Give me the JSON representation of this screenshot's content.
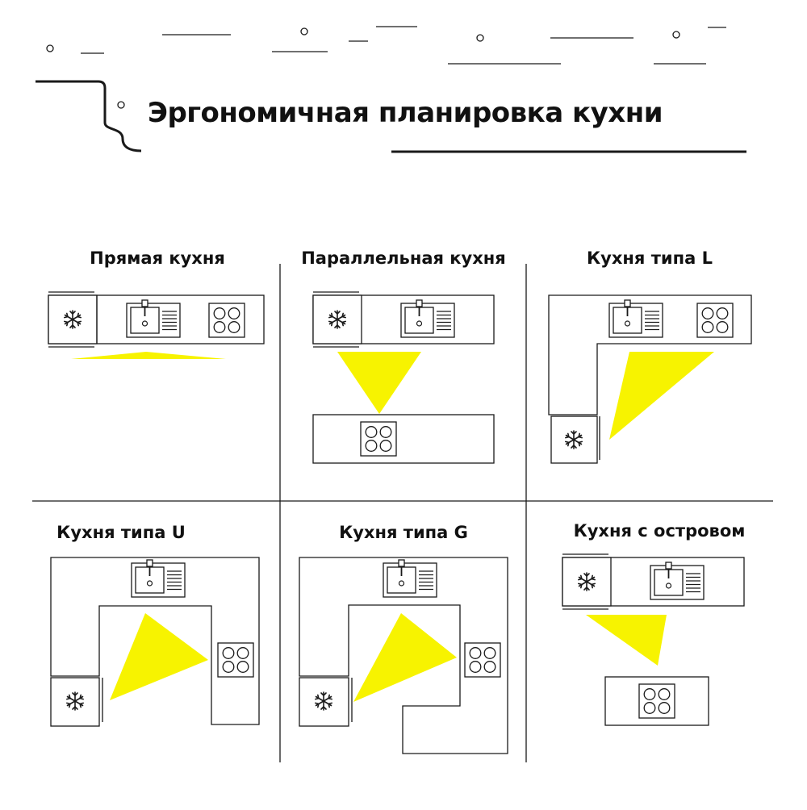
{
  "page_title": "Эргономичная планировка кухни",
  "colors": {
    "triangle": "#F7F300",
    "line": "#1a1a1a",
    "background": "#ffffff"
  },
  "icons": [
    "snowflake-icon",
    "sink-icon",
    "faucet-icon",
    "cooktop-icon"
  ],
  "layouts": {
    "straight": {
      "label": "Прямая кухня"
    },
    "parallel": {
      "label": "Параллельная кухня"
    },
    "l_shape": {
      "label": "Кухня типа L"
    },
    "u_shape": {
      "label": "Кухня типа U"
    },
    "g_shape": {
      "label": "Кухня типа G"
    },
    "island": {
      "label": "Кухня с островом"
    }
  }
}
